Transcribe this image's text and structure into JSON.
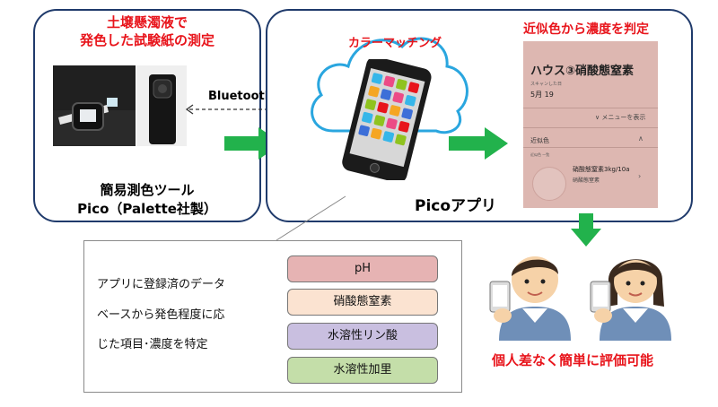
{
  "left_panel": {
    "title_line1": "土壌懸濁液で",
    "title_line2": "発色した試験紙の測定",
    "tool_line1": "簡易測色ツール",
    "tool_line2": "Pico（Palette社製）"
  },
  "bluetooth_label": "Bluetooth連動",
  "right_panel": {
    "cloud_label": "カラーマッチング",
    "screen_label": "近似色から濃度を判定",
    "app_label": "Picoアプリ"
  },
  "app_screen": {
    "title": "ハウス③硝酸態窒素",
    "scan_label": "スキャンした日",
    "date": "5月 19",
    "menu": "メニューを表示",
    "similar": "近似色",
    "small_label": "近似色 一覧",
    "result": "硝酸態窒素3kg/10a",
    "result_sub": "硝酸態窒素"
  },
  "info_box": {
    "line1": "アプリに登録済のデータ",
    "line2": "ベースから発色程度に応",
    "line3": "じた項目･濃度を特定"
  },
  "pills": [
    {
      "label": "pH",
      "color": "#e6b3b3"
    },
    {
      "label": "硝酸態窒素",
      "color": "#fbe3d1"
    },
    {
      "label": "水溶性リン酸",
      "color": "#c9bfe0"
    },
    {
      "label": "水溶性加里",
      "color": "#c4dea9"
    }
  ],
  "bottom_label": "個人差なく簡単に評価可能",
  "colors": {
    "panel_border": "#1f3a6b",
    "arrow": "#22b24c",
    "red": "#e8141b",
    "cloud": "#2aa6df"
  }
}
